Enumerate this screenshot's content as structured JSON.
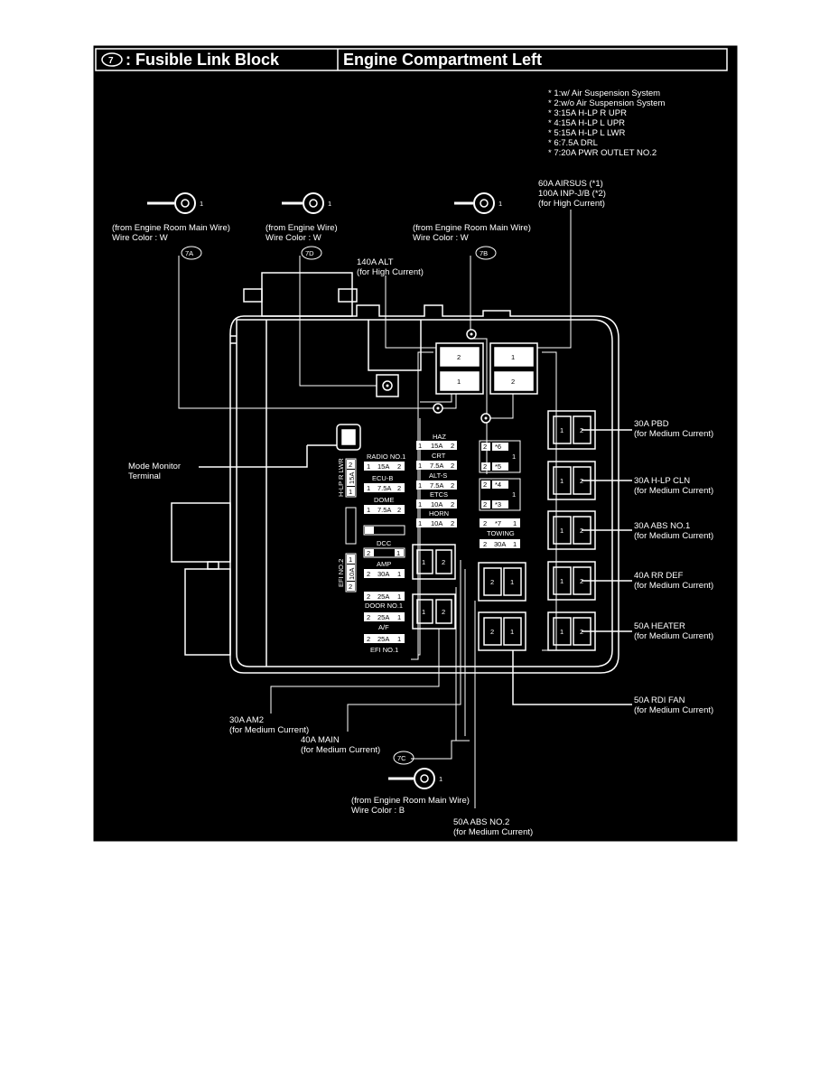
{
  "header": {
    "badge": "7",
    "title_left": ": Fusible Link Block",
    "title_right": "Engine Compartment Left"
  },
  "notes": [
    "* 1:w/ Air Suspension System",
    "* 2:w/o Air Suspension System",
    "* 3:15A H-LP R UPR",
    "* 4:15A H-LP L UPR",
    "* 5:15A H-LP L LWR",
    "* 6:7.5A DRL",
    "* 7:20A PWR OUTLET NO.2"
  ],
  "connectors": [
    {
      "id": "7A",
      "lines": [
        "(from Engine Room Main Wire)",
        "Wire Color : W"
      ],
      "pin": "1"
    },
    {
      "id": "7D",
      "lines": [
        "(from Engine Wire)",
        "Wire Color : W"
      ],
      "pin": "1"
    },
    {
      "id": "7B",
      "lines": [
        "(from Engine Room Main Wire)",
        "Wire Color : W"
      ],
      "pin": "1"
    },
    {
      "id": "7C",
      "lines": [
        "(from Engine Room Main Wire)",
        "Wire Color : B"
      ],
      "pin": "1"
    }
  ],
  "top_labels": {
    "airsus": [
      "60A AIRSUS (*1)",
      "100A INP-J/B (*2)",
      "(for High Current)"
    ],
    "alt": [
      "140A ALT",
      "(for High Current)"
    ]
  },
  "mode_monitor": [
    "Mode Monitor",
    "Terminal"
  ],
  "right_fuses": [
    {
      "name": "30A PBD",
      "sub": "(for Medium Current)"
    },
    {
      "name": "30A H-LP CLN",
      "sub": "(for Medium Current)"
    },
    {
      "name": "30A ABS NO.1",
      "sub": "(for Medium Current)"
    },
    {
      "name": "40A RR DEF",
      "sub": "(for Medium Current)"
    },
    {
      "name": "50A HEATER",
      "sub": "(for Medium Current)"
    }
  ],
  "bottom_labels": {
    "rdi": [
      "50A RDI FAN",
      "(for Medium Current)"
    ],
    "am2": [
      "30A AM2",
      "(for Medium Current)"
    ],
    "main": [
      "40A MAIN",
      "(for Medium Current)"
    ],
    "abs2": [
      "50A ABS NO.2",
      "(for Medium Current)"
    ]
  },
  "fuse_block": {
    "pins": {
      "p1": "1",
      "p2": "2",
      "star6": "*6",
      "star5": "*5",
      "star4": "*4",
      "star3": "*3",
      "star7": "*7"
    },
    "small_fuses": [
      {
        "label": "HAZ",
        "amp": "15A"
      },
      {
        "label": "CRT",
        "amp": "7.5A"
      },
      {
        "label": "ALT-S",
        "amp": "7.5A"
      },
      {
        "label": "ETCS",
        "amp": "10A"
      },
      {
        "label": "HORN",
        "amp": "10A"
      }
    ],
    "left_fuses": [
      {
        "label": "RADIO NO.1",
        "amp": "15A"
      },
      {
        "label": "ECU-B",
        "amp": "7.5A"
      },
      {
        "label": "DOME",
        "amp": "7.5A"
      }
    ],
    "lower_fuses": [
      {
        "label": "DCC",
        "amp": ""
      },
      {
        "label": "AMP",
        "amp": "30A"
      },
      {
        "label": "",
        "amp": "25A"
      },
      {
        "label": "DOOR NO.1",
        "amp": "25A"
      },
      {
        "label": "A/F",
        "amp": "25A"
      }
    ],
    "bottom_fuse_label": "EFI NO.1",
    "towing": {
      "label": "TOWING",
      "amp": "30A"
    },
    "hlp_r_lwr": {
      "label": "H-LP R LWR",
      "amp": "15A"
    },
    "efi_no2": {
      "label": "EFI NO.2",
      "amp": "10A"
    }
  }
}
